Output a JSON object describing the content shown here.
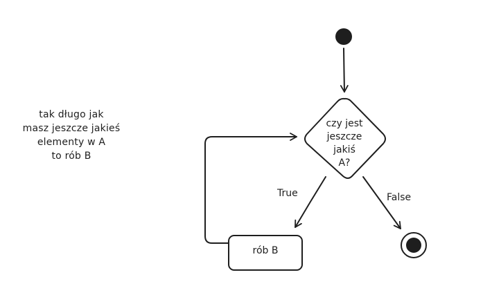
{
  "note": {
    "lines": [
      "tak długo jak",
      "masz jeszcze jakieś",
      "elementy w A",
      "to rób B"
    ]
  },
  "decision": {
    "lines": [
      "czy jest",
      "jeszcze",
      "jakiś",
      "A?"
    ]
  },
  "action": {
    "label": "rób B"
  },
  "edges": {
    "true_label": "True",
    "false_label": "False"
  },
  "colors": {
    "stroke": "#1e1e1e",
    "background": "#ffffff"
  }
}
